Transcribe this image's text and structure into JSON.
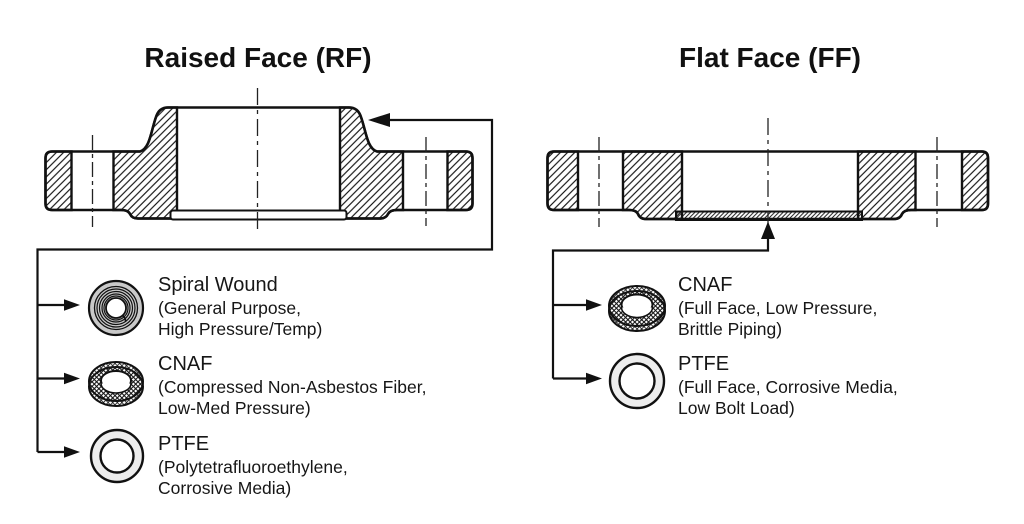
{
  "figure": {
    "left": {
      "title": "Raised Face (RF)",
      "gaskets": [
        {
          "name": "Spiral Wound",
          "desc_line1": "(General Purpose,",
          "desc_line2": "High Pressure/Temp)",
          "icon": "spiral-wound-gasket-icon"
        },
        {
          "name": "CNAF",
          "desc_line1": "(Compressed Non-Asbestos Fiber,",
          "desc_line2": "Low-Med Pressure)",
          "icon": "cnaf-gasket-icon"
        },
        {
          "name": "PTFE",
          "desc_line1": "(Polytetrafluoroethylene,",
          "desc_line2": "Corrosive Media)",
          "icon": "ptfe-gasket-icon"
        }
      ]
    },
    "right": {
      "title": "Flat Face (FF)",
      "gaskets": [
        {
          "name": "CNAF",
          "desc_line1": "(Full Face, Low Pressure,",
          "desc_line2": "Brittle Piping)",
          "icon": "cnaf-gasket-icon"
        },
        {
          "name": "PTFE",
          "desc_line1": "(Full Face, Corrosive Media,",
          "desc_line2": "Low Bolt Load)",
          "icon": "ptfe-gasket-icon"
        }
      ]
    },
    "colors": {
      "line": "#111111",
      "background": "#ffffff",
      "spiral_wound_fill": "#c9c9c9",
      "ptfe_fill": "#ededed"
    }
  }
}
